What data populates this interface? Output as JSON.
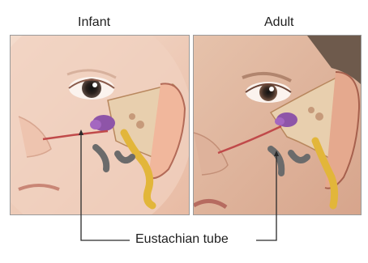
{
  "panels": [
    {
      "label": "Infant"
    },
    {
      "label": "Adult"
    }
  ],
  "callout": {
    "label": "Eustachian tube"
  }
}
